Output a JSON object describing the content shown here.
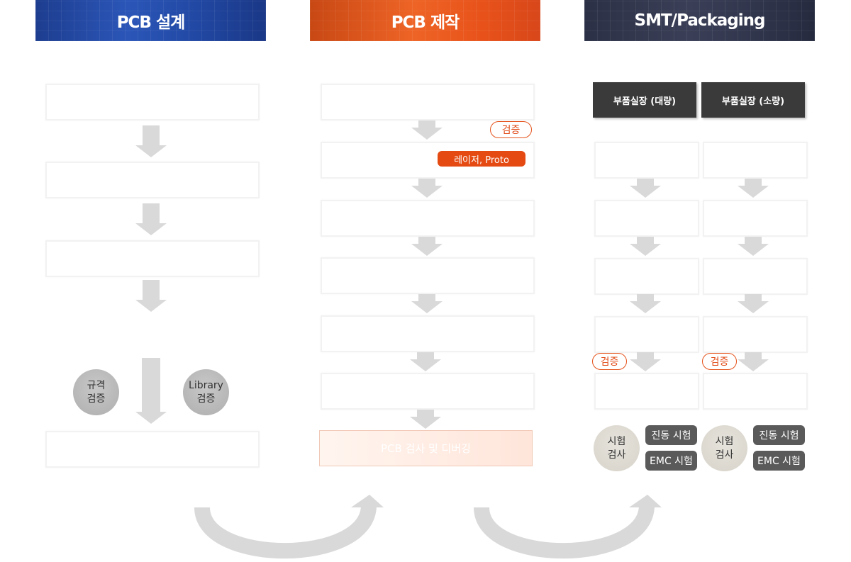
{
  "headers": {
    "design": "PCB 설계",
    "fabrication": "PCB 제작",
    "smt": "SMT/Packaging"
  },
  "design": {
    "spec_check": "규격\n검증",
    "library_check": "Library\n검증"
  },
  "fabrication": {
    "verify_badge": "검증",
    "laser_badge": "레이저, Proto",
    "final_step": "PCB 검사 및 디버깅"
  },
  "smt": {
    "mass_label": "부품실장 (대량)",
    "small_label": "부품실장 (소량)",
    "verify_left": "검증",
    "verify_right": "검증",
    "test_left": "시험\n검사",
    "test_right": "시험\n검사",
    "vibration_left": "진동 시험",
    "emc_left": "EMC 시험",
    "vibration_right": "진동 시험",
    "emc_right": "EMC 시험"
  },
  "colors": {
    "accent": "#e44a12",
    "arrow": "#d9d9d9",
    "header_blue": "#2148a3",
    "header_orange": "#e8521a",
    "header_dark": "#30354c"
  }
}
